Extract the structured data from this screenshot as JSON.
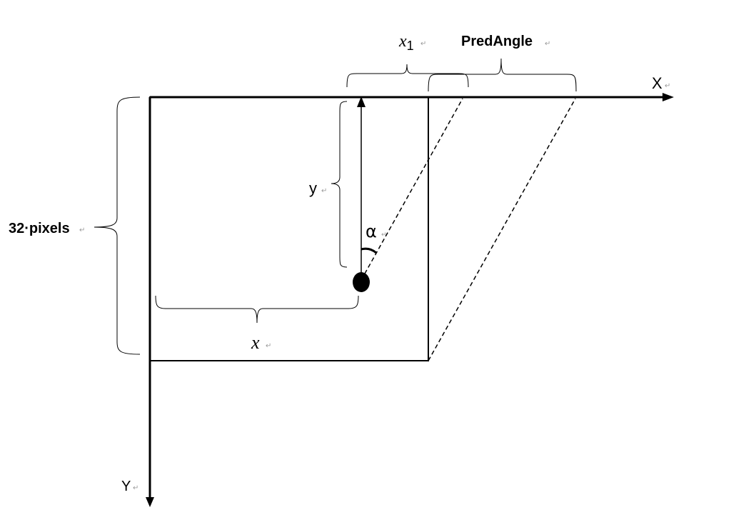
{
  "labels": {
    "x1_base": "x",
    "x1_sub": "1",
    "pred_angle": "PredAngle",
    "axis_x": "X",
    "axis_y": "Y",
    "y": "y",
    "alpha": "α",
    "block_size": "32·pixels",
    "x": "x"
  },
  "paragraph_mark": "↵",
  "colors": {
    "stroke": "#000000",
    "background": "#ffffff",
    "paragraph_mark": "#9a9a9a"
  }
}
